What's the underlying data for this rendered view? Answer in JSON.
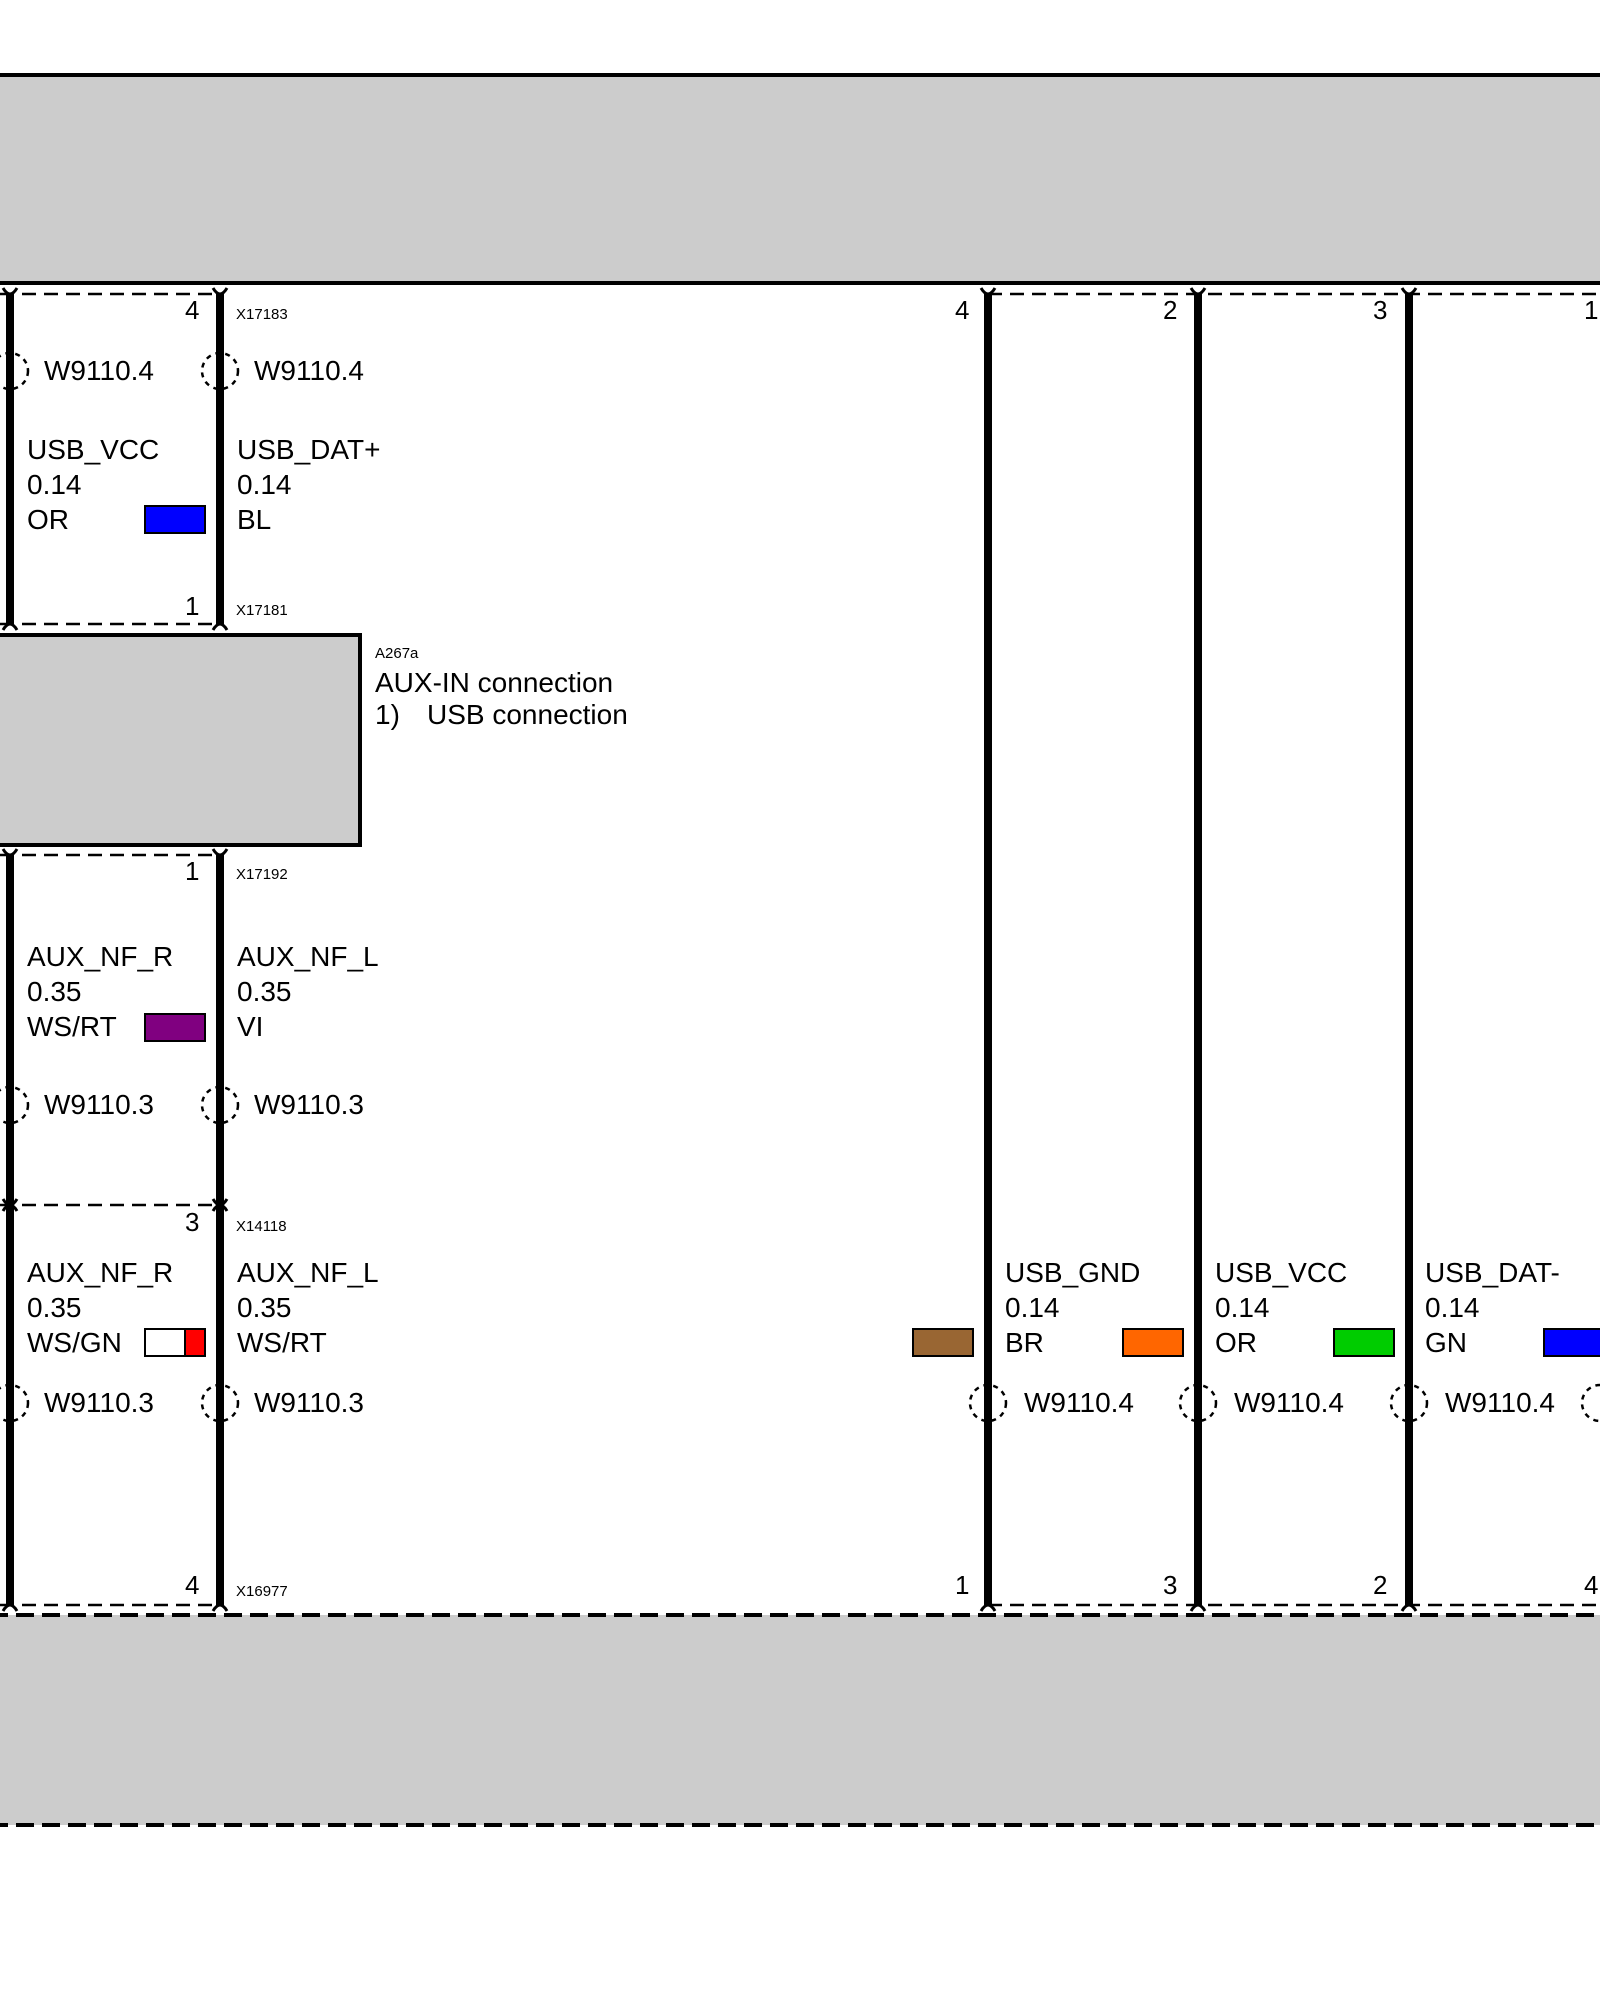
{
  "connectors": {
    "x17183": "X17183",
    "x17181": "X17181",
    "x17192": "X17192",
    "x14118": "X14118",
    "x16977": "X16977"
  },
  "component": {
    "id": "A267a",
    "name": "AUX-IN connection",
    "note_num": "1)",
    "note_text": "USB connection"
  },
  "pins": {
    "top_left_a": "4",
    "a267_upper": "1",
    "a267_lower": "1",
    "x14118_pin": "3",
    "x16977_pin": "4",
    "right_top": [
      "4",
      "2",
      "3",
      "1"
    ],
    "right_bottom": [
      "1",
      "3",
      "2",
      "4"
    ]
  },
  "wires": {
    "upper_left": {
      "harness": "W9110.4",
      "signal": "USB_VCC",
      "cross": "0.14",
      "color": "OR"
    },
    "upper_right": {
      "harness": "W9110.4",
      "signal": "USB_DAT+",
      "cross": "0.14",
      "color": "BL"
    },
    "mid_left": {
      "harness": "W9110.3",
      "signal": "AUX_NF_R",
      "cross": "0.35",
      "color": "WS/RT"
    },
    "mid_right": {
      "harness": "W9110.3",
      "signal": "AUX_NF_L",
      "cross": "0.35",
      "color": "VI"
    },
    "low_left": {
      "harness": "W9110.3",
      "signal": "AUX_NF_R",
      "cross": "0.35",
      "color": "WS/GN"
    },
    "low_right": {
      "harness": "W9110.3",
      "signal": "AUX_NF_L",
      "cross": "0.35",
      "color": "WS/RT"
    },
    "r1": {
      "harness": "W9110.4",
      "signal": "USB_GND",
      "cross": "0.14",
      "color": "BR"
    },
    "r2": {
      "harness": "W9110.4",
      "signal": "USB_VCC",
      "cross": "0.14",
      "color": "OR"
    },
    "r3": {
      "harness": "W9110.4",
      "signal": "USB_DAT-",
      "cross": "0.14",
      "color": "GN"
    }
  },
  "swatch_colors": {
    "orange": "#FF6600",
    "blue": "#0000FF",
    "violet": "#800080",
    "white": "#FFFFFF",
    "red": "#FF0000",
    "brown": "#996633",
    "green": "#00CC00",
    "grey": "#CCCCCC"
  }
}
